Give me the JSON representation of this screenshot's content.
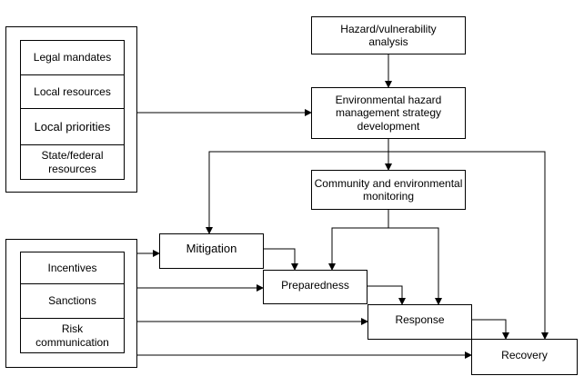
{
  "diagram": {
    "input_group_top": {
      "items": [
        "Legal mandates",
        "Local resources",
        "Local priorities",
        "State/federal resources"
      ]
    },
    "input_group_bottom": {
      "items": [
        "Incentives",
        "Sanctions",
        "Risk communication"
      ]
    },
    "nodes": {
      "hazard_analysis": "Hazard/vulnerability analysis",
      "strategy_development": "Environmental hazard management strategy development",
      "monitoring": "Community and environmental monitoring",
      "mitigation": "Mitigation",
      "preparedness": "Preparedness",
      "response": "Response",
      "recovery": "Recovery"
    },
    "edges": [
      {
        "from": "hazard_analysis",
        "to": "strategy_development"
      },
      {
        "from": "input_group_top",
        "to": "strategy_development"
      },
      {
        "from": "strategy_development",
        "to": "monitoring"
      },
      {
        "from": "strategy_development",
        "to": "mitigation"
      },
      {
        "from": "strategy_development",
        "to": "recovery"
      },
      {
        "from": "monitoring",
        "to": "preparedness"
      },
      {
        "from": "monitoring",
        "to": "response"
      },
      {
        "from": "mitigation",
        "to": "preparedness"
      },
      {
        "from": "preparedness",
        "to": "response"
      },
      {
        "from": "response",
        "to": "recovery"
      },
      {
        "from": "input_group_bottom",
        "to": "mitigation"
      },
      {
        "from": "input_group_bottom",
        "to": "preparedness"
      },
      {
        "from": "input_group_bottom",
        "to": "response"
      },
      {
        "from": "input_group_bottom",
        "to": "recovery"
      }
    ],
    "colors": {
      "stroke": "#000000",
      "fill": "#ffffff"
    }
  }
}
